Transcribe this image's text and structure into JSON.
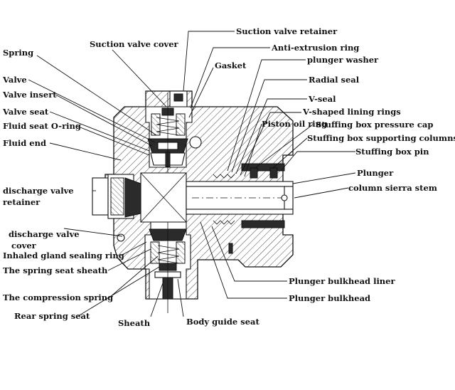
{
  "labels": {
    "spring": "Spring",
    "suction_valve_cover": "Suction valve cover",
    "suction_valve_retainer": "Suction valve retainer",
    "anti_extrusion_ring": "Anti-extrusion ring",
    "plunger_washer": "plunger washer",
    "gasket": "Gasket",
    "valve": "Valve",
    "radial_seal": "Radial seal",
    "valve_insert": "Valve insert",
    "v_seal": "V-seal",
    "valve_seat": "Valve seat",
    "v_shaped_lining_rings": "V-shaped lining rings",
    "fluid_seat_o_ring": "Fluid seat O-ring",
    "piston_oil_ring": "Piston oil ring",
    "stuffing_box_pressure_cap": "Stuffing box pressure cap",
    "fluid_end": "Fluid end",
    "stuffing_box_supporting_columns": "Stuffing box supporting columns",
    "stuffing_box_pin": "Stuffing box pin",
    "plunger": "Plunger",
    "column_sierra_stem": "column sierra stem",
    "discharge_valve_retainer_1": "discharge valve",
    "discharge_valve_retainer_2": "retainer",
    "discharge_valve_cover_1": "discharge valve",
    "discharge_valve_cover_2": "cover",
    "inhaled_gland_sealing_ring": "Inhaled gland sealing ring",
    "spring_seat_sheath": "The spring seat sheath",
    "compression_spring": "The compression spring",
    "rear_spring_seat": "Rear spring seat",
    "sheath": "Sheath",
    "body_guide_seat": "Body guide seat",
    "plunger_bulkhead_liner": "Plunger bulkhead liner",
    "plunger_bulkhead": "Plunger bulkhead"
  }
}
